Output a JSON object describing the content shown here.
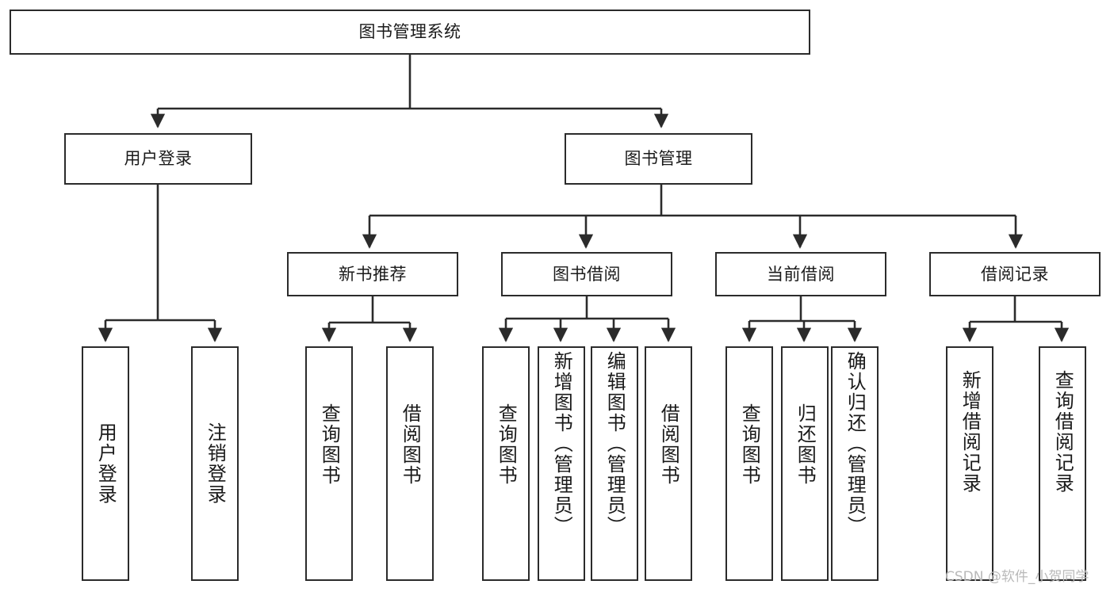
{
  "diagram": {
    "title": "图书管理系统",
    "type": "tree",
    "root": {
      "id": "root",
      "label": "图书管理系统"
    },
    "level1": [
      {
        "id": "user-login",
        "label": "用户登录"
      },
      {
        "id": "book-management",
        "label": "图书管理"
      }
    ],
    "level2": [
      {
        "id": "new-book-recommend",
        "label": "新书推荐",
        "parent": "book-management"
      },
      {
        "id": "book-borrow",
        "label": "图书借阅",
        "parent": "book-management"
      },
      {
        "id": "current-borrow",
        "label": "当前借阅",
        "parent": "book-management"
      },
      {
        "id": "borrow-record",
        "label": "借阅记录",
        "parent": "book-management"
      }
    ],
    "leaves": [
      {
        "id": "leaf-user-login",
        "label": "用户登录",
        "parent": "user-login"
      },
      {
        "id": "leaf-user-logout",
        "label": "注销登录",
        "parent": "user-login"
      },
      {
        "id": "leaf-query-book-1",
        "label": "查询图书",
        "parent": "new-book-recommend"
      },
      {
        "id": "leaf-borrow-book-1",
        "label": "借阅图书",
        "parent": "new-book-recommend"
      },
      {
        "id": "leaf-query-book-2",
        "label": "查询图书",
        "parent": "book-borrow"
      },
      {
        "id": "leaf-add-book",
        "label": "新增图书（管理员）",
        "parent": "book-borrow"
      },
      {
        "id": "leaf-edit-book",
        "label": "编辑图书（管理员）",
        "parent": "book-borrow"
      },
      {
        "id": "leaf-borrow-book-2",
        "label": "借阅图书",
        "parent": "book-borrow"
      },
      {
        "id": "leaf-query-book-3",
        "label": "查询图书",
        "parent": "current-borrow"
      },
      {
        "id": "leaf-return-book",
        "label": "归还图书",
        "parent": "current-borrow"
      },
      {
        "id": "leaf-confirm-return",
        "label": "确认归还（管理员）",
        "parent": "current-borrow"
      },
      {
        "id": "leaf-add-record",
        "label": "新增借阅记录",
        "parent": "borrow-record"
      },
      {
        "id": "leaf-query-record",
        "label": "查询借阅记录",
        "parent": "borrow-record"
      }
    ],
    "colors": {
      "border": "#2b2b2b",
      "background": "#ffffff",
      "text": "#1a1a1a",
      "edge": "#2b2b2b",
      "watermark": "#b9b9b9"
    }
  },
  "watermark": {
    "text": "CSDN @软件_小贺同学"
  }
}
